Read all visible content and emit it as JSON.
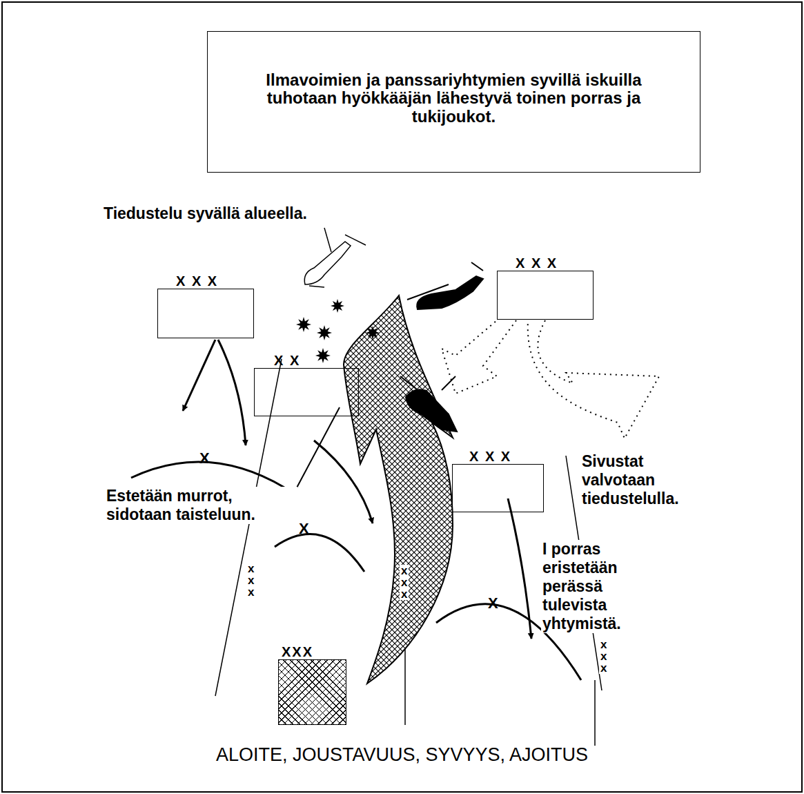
{
  "diagram": {
    "caption": "ALOITE, JOUSTAVUUS, SYVYYS, AJOITUS",
    "nodes": [
      {
        "text": [
          "Ilmavoimien ja panssariyhtymien syvillä iskuilla tuhotaan hyökkääjän lähestyvä toinen porras ja tukijoukot."
        ]
      },
      {
        "text": [
          "X X X"
        ]
      },
      {
        "text": [
          "X X X"
        ]
      },
      {
        "text": [
          "X X"
        ]
      },
      {
        "text": [
          "X X X"
        ]
      },
      {
        "text": [
          "XXX"
        ]
      }
    ],
    "labels": [
      "Tiedustelu syvällä alueella.",
      "X",
      "Sivustat valvotaan tiedustelulla.",
      "Estetään murrot, sidotaan taisteluun.",
      "X",
      "I porras eristetään perässä tulevista yhtymistä.",
      "X",
      "xxx",
      "xxx",
      "xxx"
    ]
  }
}
